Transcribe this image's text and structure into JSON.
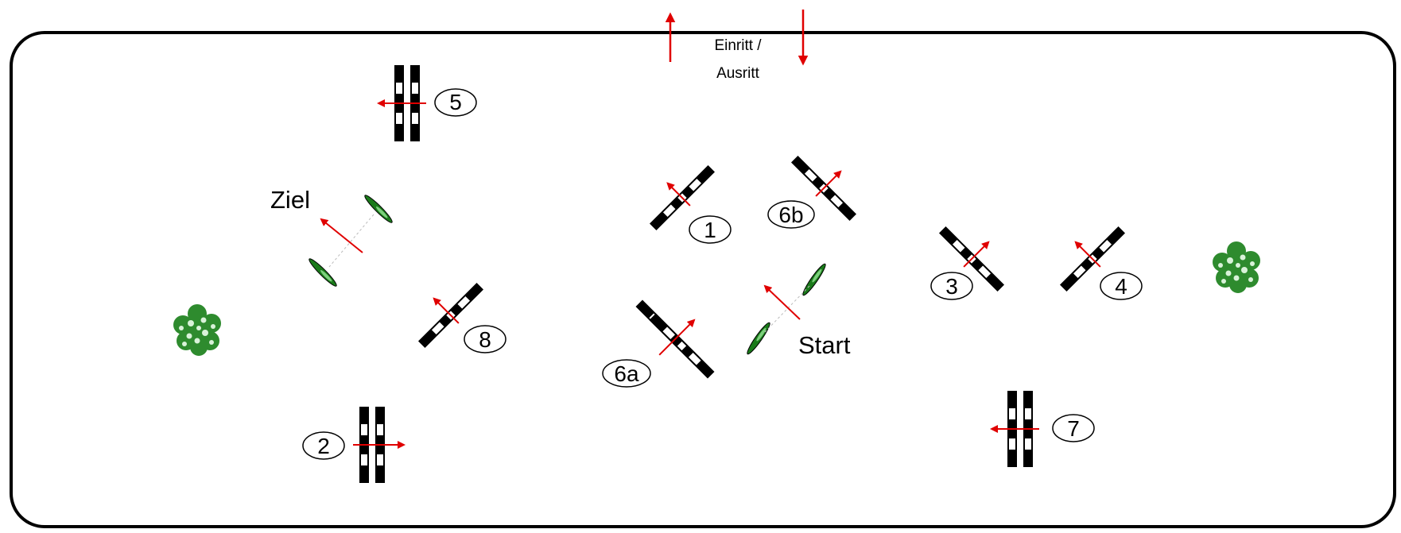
{
  "colors": {
    "arena_border": "#000000",
    "arrow": "#e00000",
    "fence_dark": "#000000",
    "fence_light": "#ffffff",
    "plant": "#2e8b2e",
    "flag_green": "#1a7a1a"
  },
  "entrance": {
    "label_line1": "Einritt /",
    "label_line2": "Ausritt"
  },
  "labels": {
    "finish": "Ziel",
    "start": "Start"
  },
  "obstacles": [
    {
      "id": "1",
      "label": "1"
    },
    {
      "id": "2",
      "label": "2"
    },
    {
      "id": "3",
      "label": "3"
    },
    {
      "id": "4",
      "label": "4"
    },
    {
      "id": "5",
      "label": "5"
    },
    {
      "id": "6a",
      "label": "6a"
    },
    {
      "id": "6b",
      "label": "6b"
    },
    {
      "id": "7",
      "label": "7"
    },
    {
      "id": "8",
      "label": "8"
    }
  ],
  "icons": [
    "arrow-up-icon",
    "arrow-down-icon",
    "bush-icon",
    "flag-icon"
  ]
}
